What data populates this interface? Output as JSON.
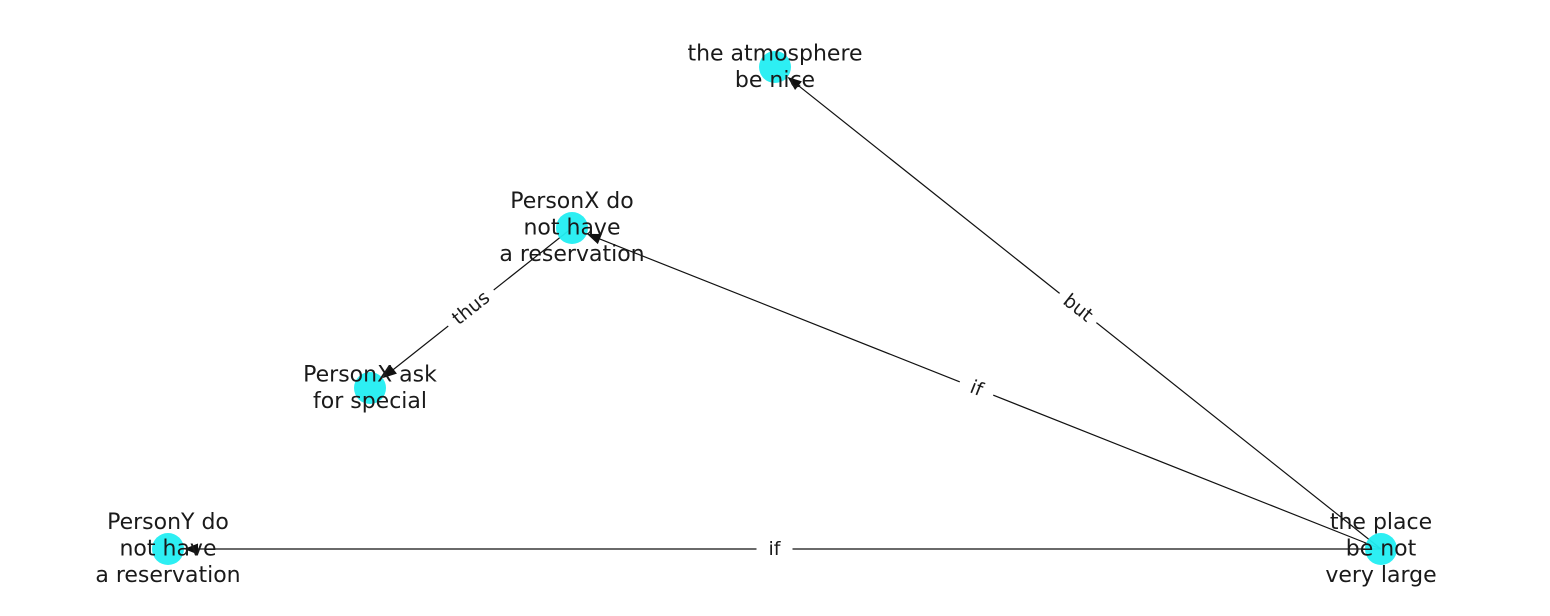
{
  "graph": {
    "node_color": "#22eef2",
    "edge_color": "#111111",
    "nodes": [
      {
        "id": "atmosphere",
        "lines": [
          "the atmosphere",
          "be nice"
        ]
      },
      {
        "id": "personx-reservation",
        "lines": [
          "PersonX do",
          "not have",
          "a reservation"
        ]
      },
      {
        "id": "personx-ask",
        "lines": [
          "PersonX ask",
          "for special"
        ]
      },
      {
        "id": "persony-reservation",
        "lines": [
          "PersonY do",
          "not have",
          "a reservation"
        ]
      },
      {
        "id": "place",
        "lines": [
          "the place",
          "be not",
          "very large"
        ]
      }
    ],
    "edges": [
      {
        "source": "place",
        "target": "atmosphere",
        "label": "but"
      },
      {
        "source": "place",
        "target": "personx-reservation",
        "label": "if"
      },
      {
        "source": "personx-reservation",
        "target": "personx-ask",
        "label": "thus"
      },
      {
        "source": "place",
        "target": "persony-reservation",
        "label": "if"
      }
    ]
  }
}
